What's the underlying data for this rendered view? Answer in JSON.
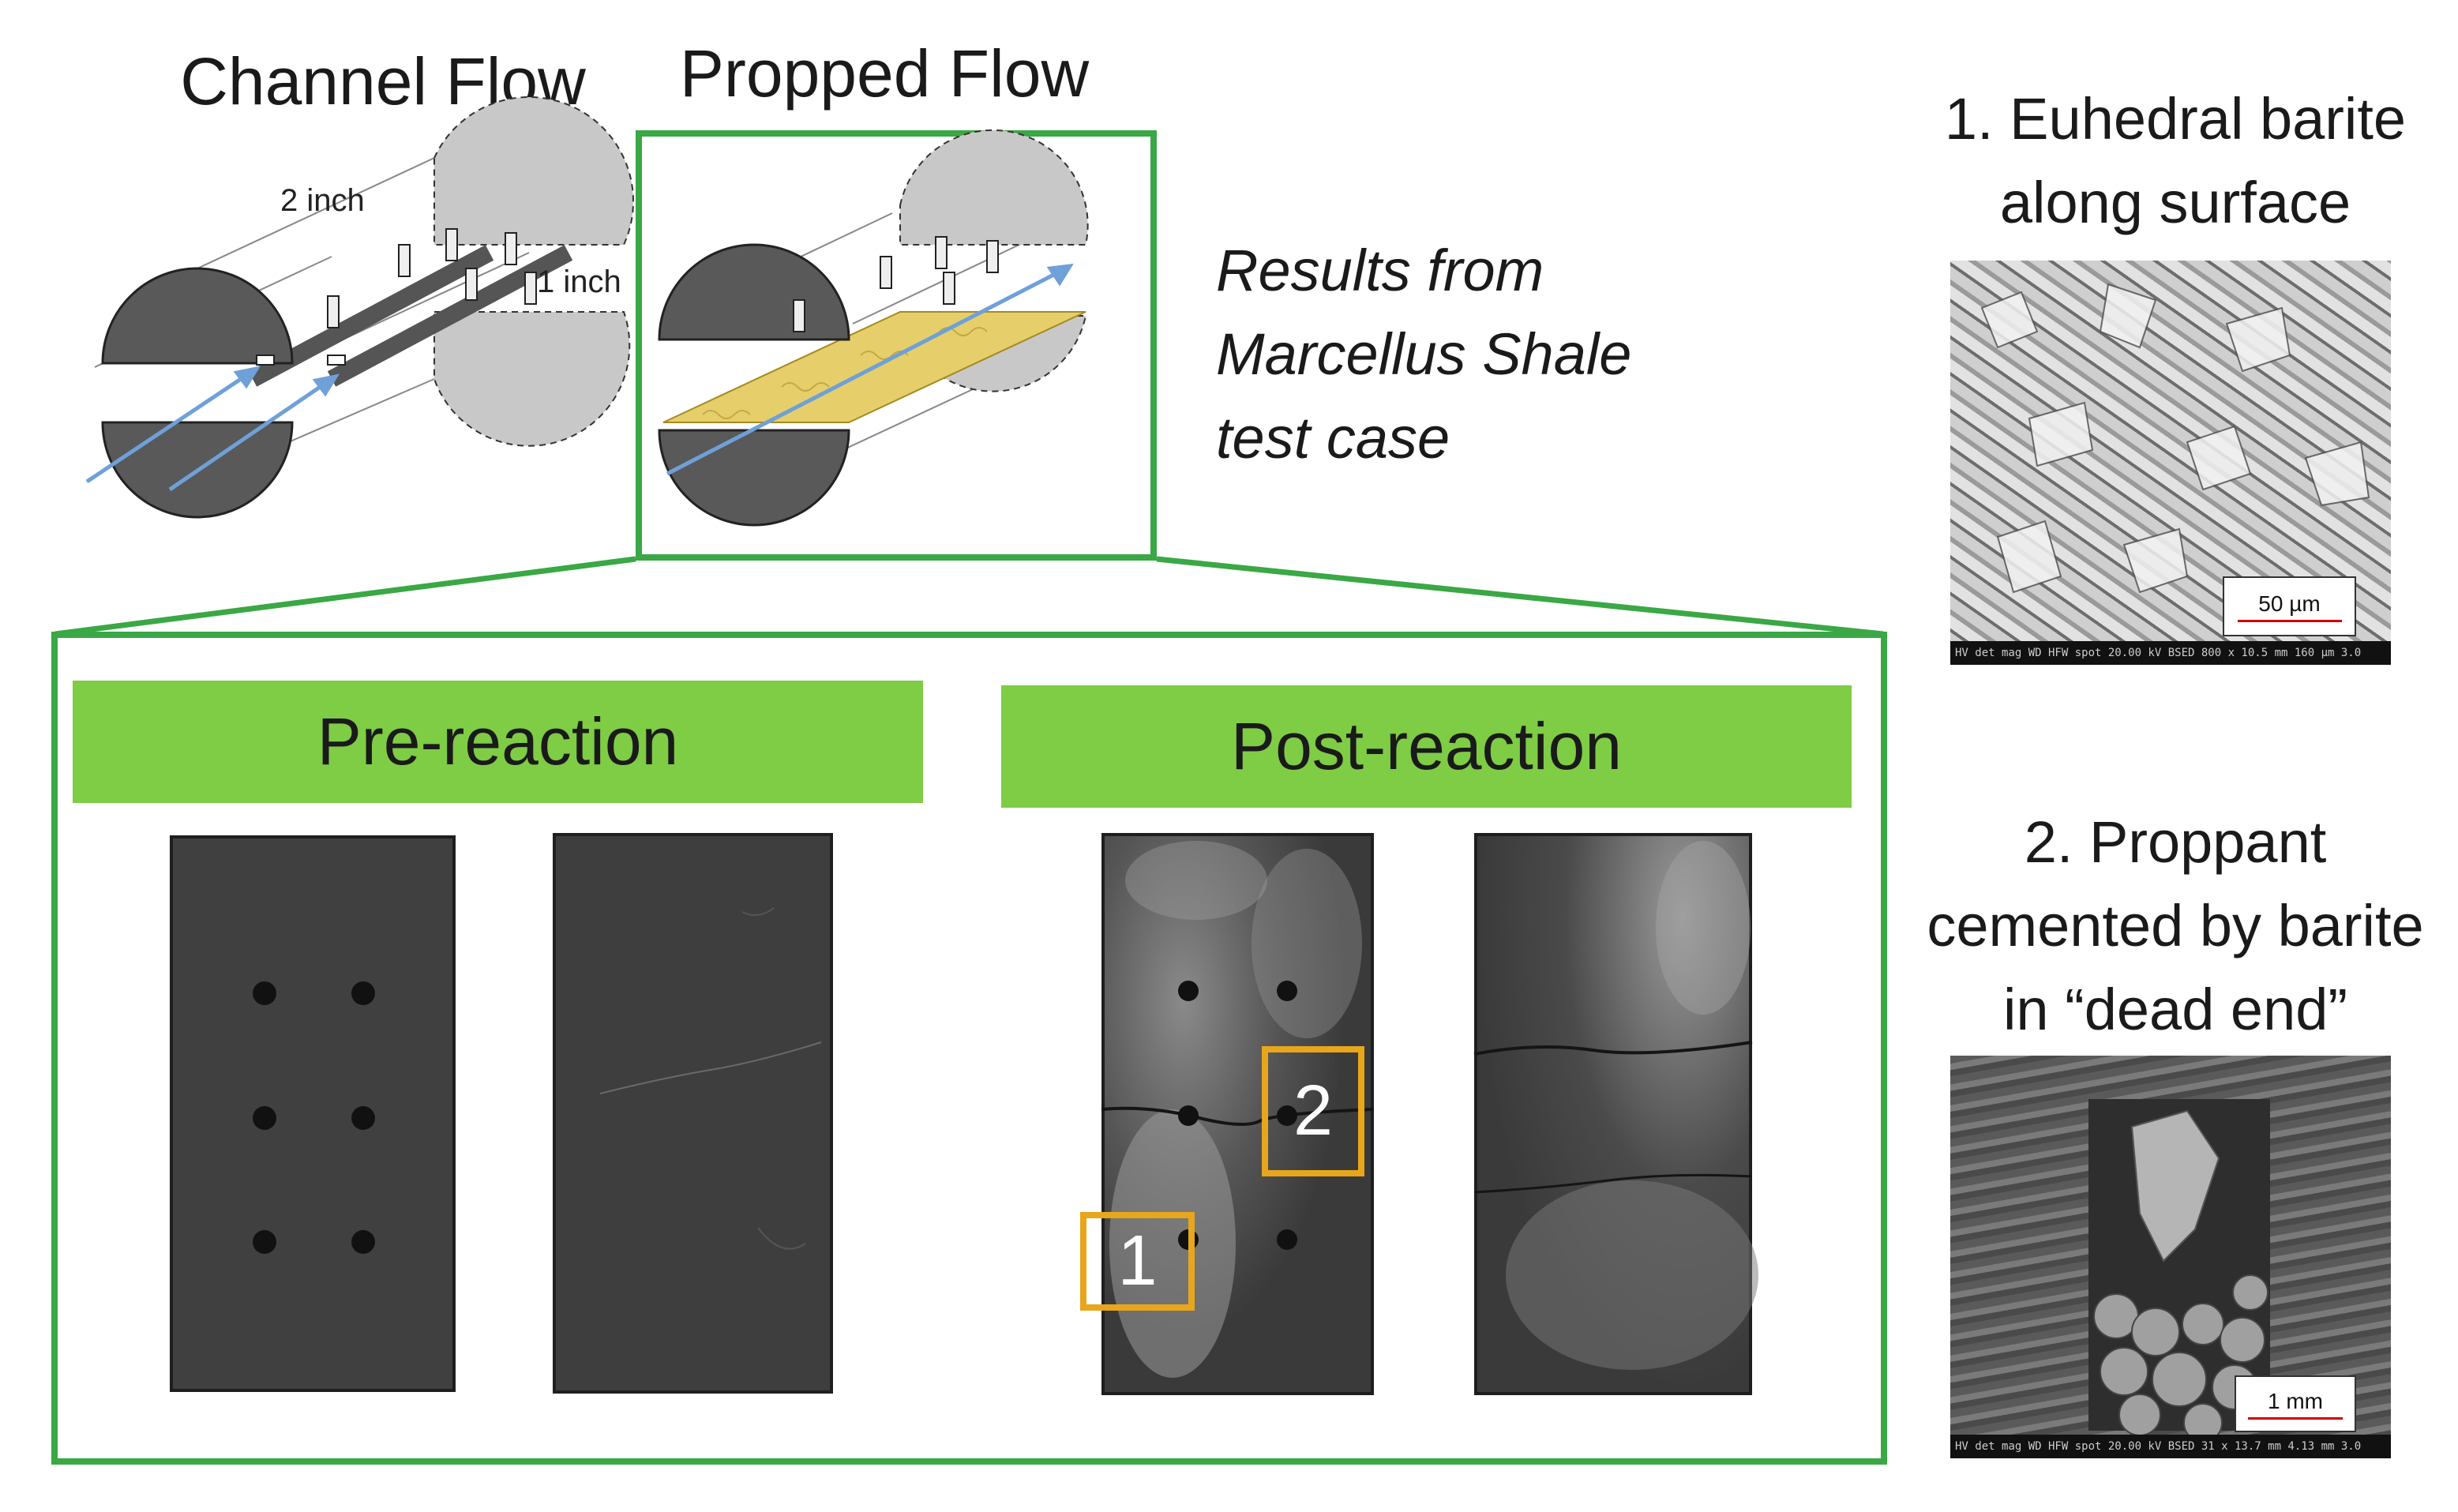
{
  "titles": {
    "channel_flow": "Channel Flow",
    "propped_flow": "Propped  Flow"
  },
  "dimensions": {
    "length": "2 inch",
    "width": "1 inch"
  },
  "results_text": {
    "line1": "Results from",
    "line2": "Marcellus Shale",
    "line3": "test case"
  },
  "panels": {
    "pre_reaction": "Pre-reaction",
    "post_reaction": "Post-reaction"
  },
  "markers": {
    "one": "1",
    "two": "2"
  },
  "sem1": {
    "caption_line1": "1. Euhedral barite",
    "caption_line2": "along surface",
    "scale": "50 µm",
    "info": "HV   det   mag   WD   HFW   spot   20.00 kV  BSED  800 x  10.5 mm  160 µm  3.0"
  },
  "sem2": {
    "caption_line1": "2. Proppant",
    "caption_line2": "cemented by barite",
    "caption_line3": "in “dead end”",
    "scale": "1 mm",
    "info": "HV   det   mag   WD   HFW   spot   20.00 kV  BSED  31 x  13.7 mm  4.13 mm  3.0"
  },
  "colors": {
    "frame_green": "#3aa845",
    "bar_green": "#7fcc45",
    "marker_orange": "#e8a61c",
    "flow_arrow": "#6fa0d8",
    "proppant": "#e6cf6a"
  }
}
